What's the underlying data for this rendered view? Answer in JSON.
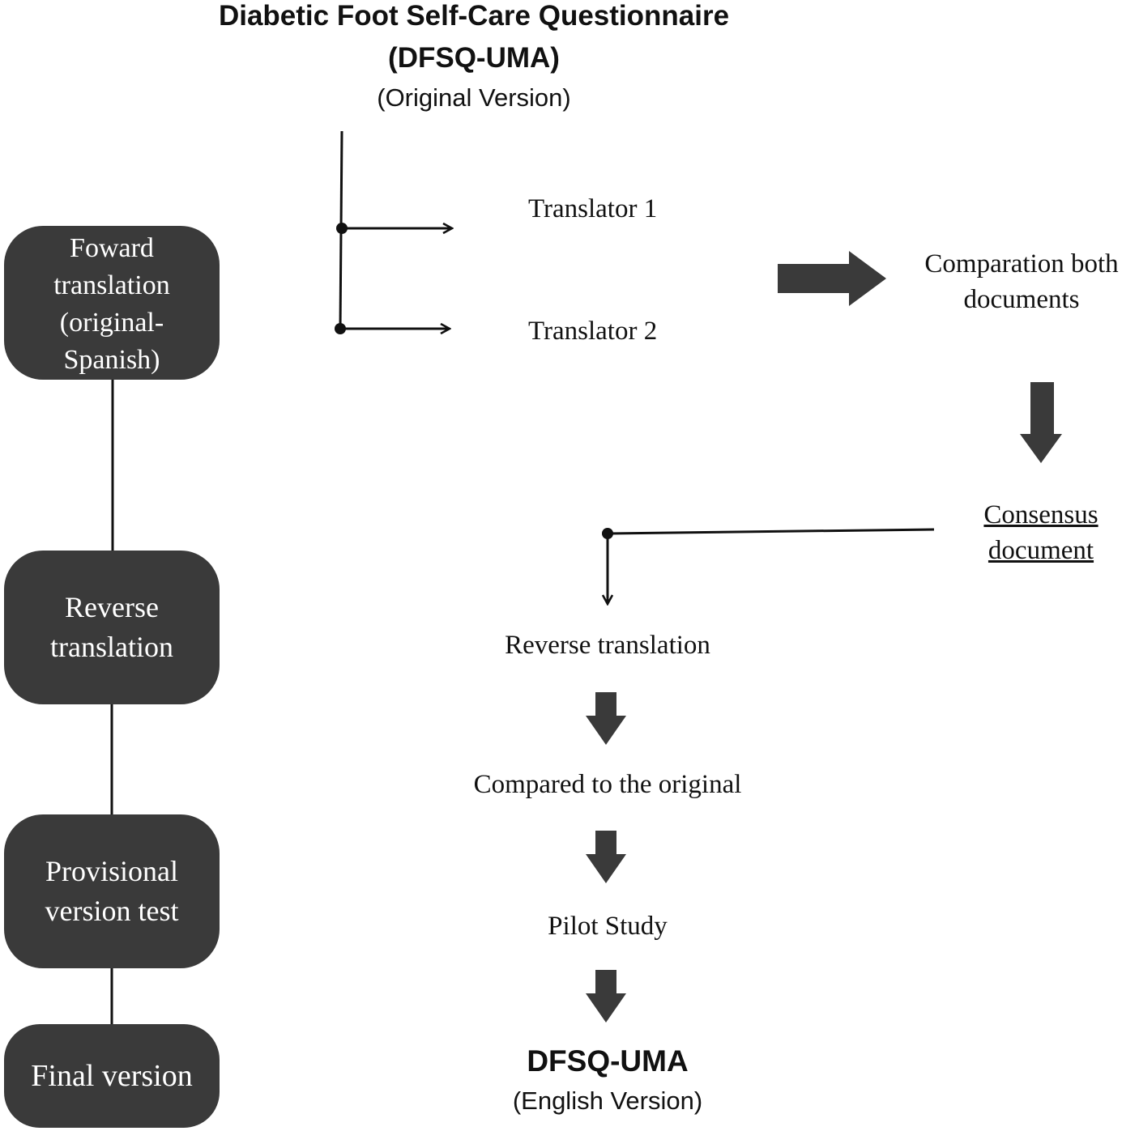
{
  "header": {
    "title_line1": "Diabetic Foot Self-Care Questionnaire",
    "title_line2": "(DFSQ-UMA)",
    "title_line3": "(Original Version)"
  },
  "stages": {
    "forward": [
      "Foward",
      "translation",
      "(original-",
      "Spanish)"
    ],
    "reverse": [
      "Reverse",
      "translation"
    ],
    "provisional": [
      "Provisional",
      "version test"
    ],
    "final": [
      "Final version"
    ]
  },
  "steps": {
    "translator_1": "Translator 1",
    "translator_2": "Translator 2",
    "comparation_line1": "Comparation both",
    "comparation_line2": "documents",
    "consensus_line1": "Consensus",
    "consensus_line2": "document",
    "reverse_translation": "Reverse translation",
    "compared": "Compared to the original",
    "pilot": "Pilot Study",
    "final_line1": "DFSQ-UMA",
    "final_line2": "(English Version)"
  },
  "colors": {
    "stage_fill": "#3a3a3a",
    "stage_text": "#ffffff",
    "arrow_fill": "#3a3a3a",
    "line": "#111111"
  }
}
